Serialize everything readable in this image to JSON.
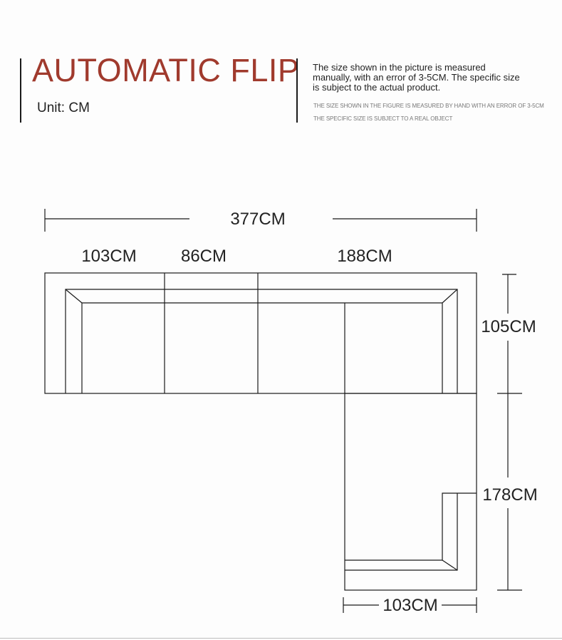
{
  "header": {
    "title": "AUTOMATIC FLIP",
    "unit": "Unit: CM",
    "note": "The size shown in the picture is measured manually, with an error of 3-5CM. The specific size is subject to the actual product.",
    "note_small_1": "THE SIZE SHOWN IN THE FIGURE IS MEASURED BY HAND WITH AN ERROR OF 3-5CM",
    "note_small_2": "THE SPECIFIC SIZE IS SUBJECT TO A REAL OBJECT",
    "title_color": "#a03a2d"
  },
  "dimensions": {
    "total_width": "377CM",
    "seg_1": "103CM",
    "seg_2": "86CM",
    "seg_3": "188CM",
    "depth": "105CM",
    "chaise_length": "178CM",
    "chaise_width": "103CM"
  }
}
